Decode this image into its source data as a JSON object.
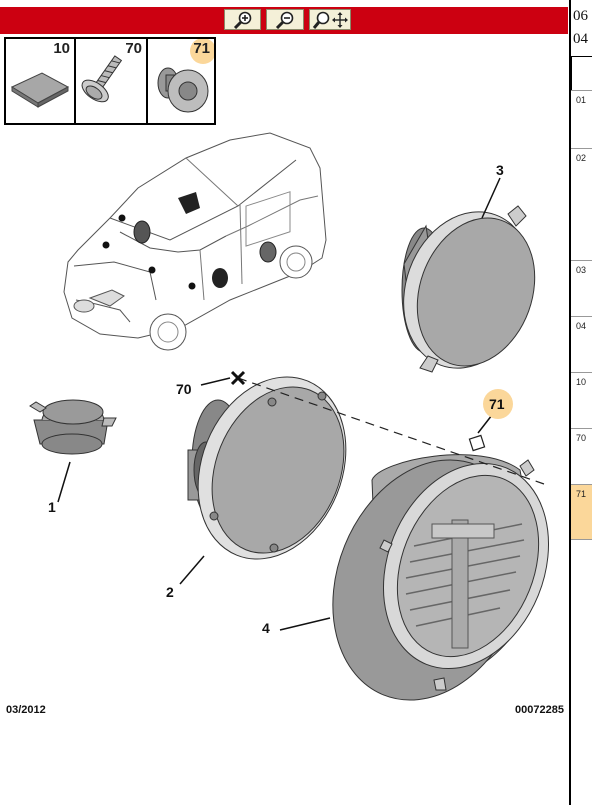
{
  "toolbar": {
    "zoom_in_icon": "zoom-in-icon",
    "zoom_out_icon": "zoom-out-icon",
    "zoom_move_icon": "zoom-move-icon",
    "color": "#cc0011"
  },
  "thumbnails": [
    {
      "number": "10",
      "highlighted": false
    },
    {
      "number": "70",
      "highlighted": false
    },
    {
      "number": "71",
      "highlighted": true
    }
  ],
  "highlight_color": "#fbd79a",
  "callouts": {
    "c1": "1",
    "c2": "2",
    "c3": "3",
    "c4": "4",
    "c70": "70",
    "c71": "71"
  },
  "footer": {
    "date": "03/2012",
    "code": "00072285"
  },
  "side_panel": {
    "header_line1": "06",
    "header_line2": "04",
    "rows": [
      "01",
      "02",
      "03",
      "04",
      "10",
      "70",
      "71"
    ],
    "selected_row": "71"
  }
}
